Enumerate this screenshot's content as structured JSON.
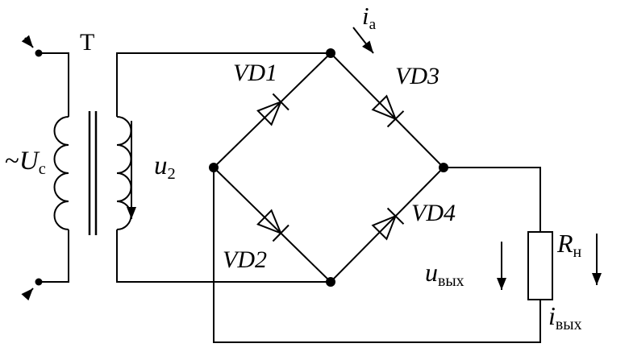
{
  "colors": {
    "line": "#000000",
    "background": "#ffffff"
  },
  "labels": {
    "transformer": "T",
    "source_voltage": {
      "prefix": "~",
      "symbol": "U",
      "sub": "с"
    },
    "secondary_voltage": {
      "symbol": "u",
      "sub": "2"
    },
    "diodes": {
      "vd1": "VD1",
      "vd2": "VD2",
      "vd3": "VD3",
      "vd4": "VD4"
    },
    "anode_current": {
      "symbol": "i",
      "sub": "а"
    },
    "output_voltage": {
      "symbol": "u",
      "sub": "вых"
    },
    "load_resistor": {
      "symbol": "R",
      "sub": "н"
    },
    "output_current": {
      "symbol": "i",
      "sub": "вых"
    }
  },
  "symbols": {
    "node-dot": "●",
    "down-arrow": "↓",
    "diagonal-arrow": "↘"
  }
}
